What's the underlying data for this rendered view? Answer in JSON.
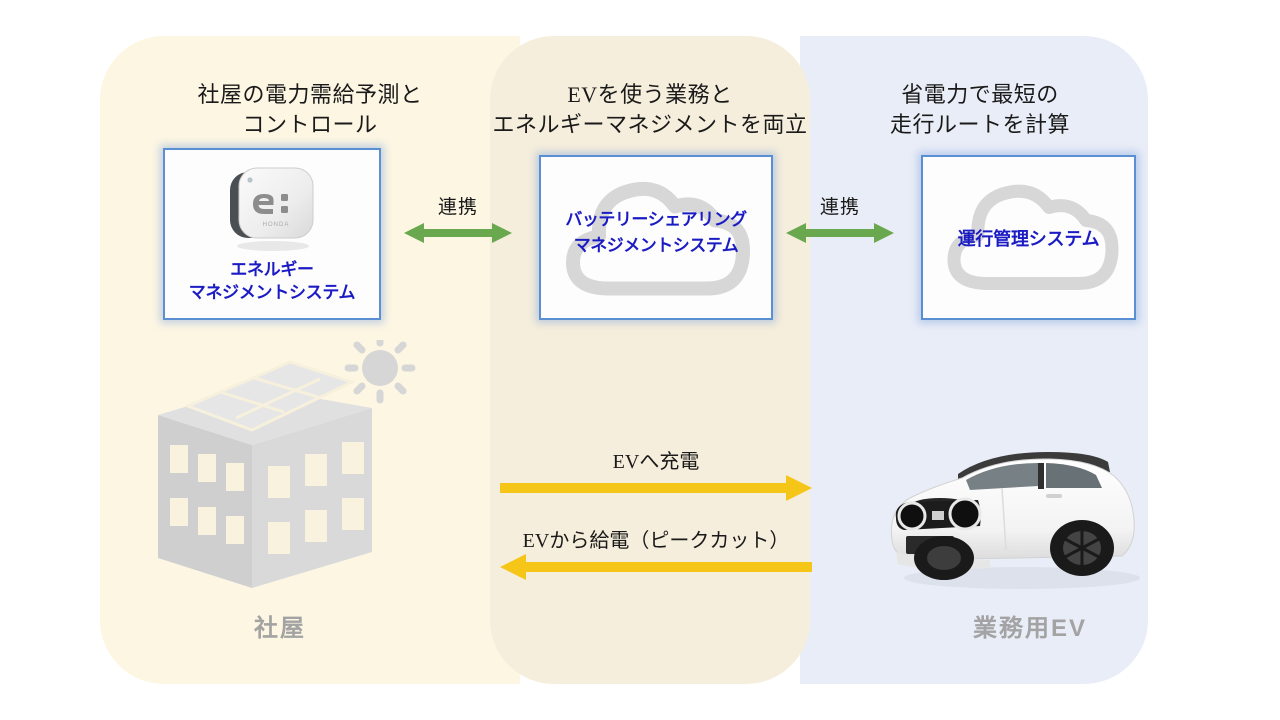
{
  "zones": {
    "left": {
      "name": "office-building-zone",
      "bg_color": "#fdf6e3",
      "title": "社屋の電力需給予測と\nコントロール",
      "caption": "社屋",
      "card": {
        "label": "エネルギー\nマネジメントシステム",
        "icon": "honda-e-device-icon",
        "device_logo": "e:",
        "device_brand": "HONDA"
      }
    },
    "center": {
      "name": "battery-sharing-zone",
      "bg_color": "#f6eedc",
      "title": "EVを使う業務と\nエネルギーマネジメントを両立",
      "card": {
        "label": "バッテリーシェアリング\nマネジメントシステム",
        "icon": "cloud-icon"
      }
    },
    "right": {
      "name": "fleet-management-zone",
      "bg_color": "#e9edf7",
      "title": "省電力で最短の\n走行ルートを計算",
      "caption": "業務用EV",
      "card": {
        "label": "運行管理システム",
        "icon": "cloud-icon"
      }
    }
  },
  "link_arrows": [
    {
      "name": "link-arrow-left",
      "label": "連携",
      "direction": "both",
      "color": "#6aa84f"
    },
    {
      "name": "link-arrow-right",
      "label": "連携",
      "direction": "both",
      "color": "#6aa84f"
    }
  ],
  "power_arrows": [
    {
      "name": "charge-arrow",
      "label": "EVへ充電",
      "direction": "right",
      "color": "#f5c518"
    },
    {
      "name": "discharge-arrow",
      "label": "EVから給電（ピークカット）",
      "direction": "left",
      "color": "#f5c518"
    }
  ],
  "illustrations": {
    "building": {
      "name": "office-building-with-solar-panels-icon",
      "color": "#d4d4d4",
      "sun": "sun-icon"
    },
    "car": {
      "name": "electric-vehicle-icon",
      "body_color": "#ffffff",
      "roof_color": "#3a3a3a"
    }
  },
  "palette": {
    "card_border": "#5b8fd4",
    "card_label": "#1b1bc4",
    "caption_gray": "#a3a3a3",
    "title_black": "#1a1a1a",
    "cloud_gray": "#d7d7d7"
  }
}
